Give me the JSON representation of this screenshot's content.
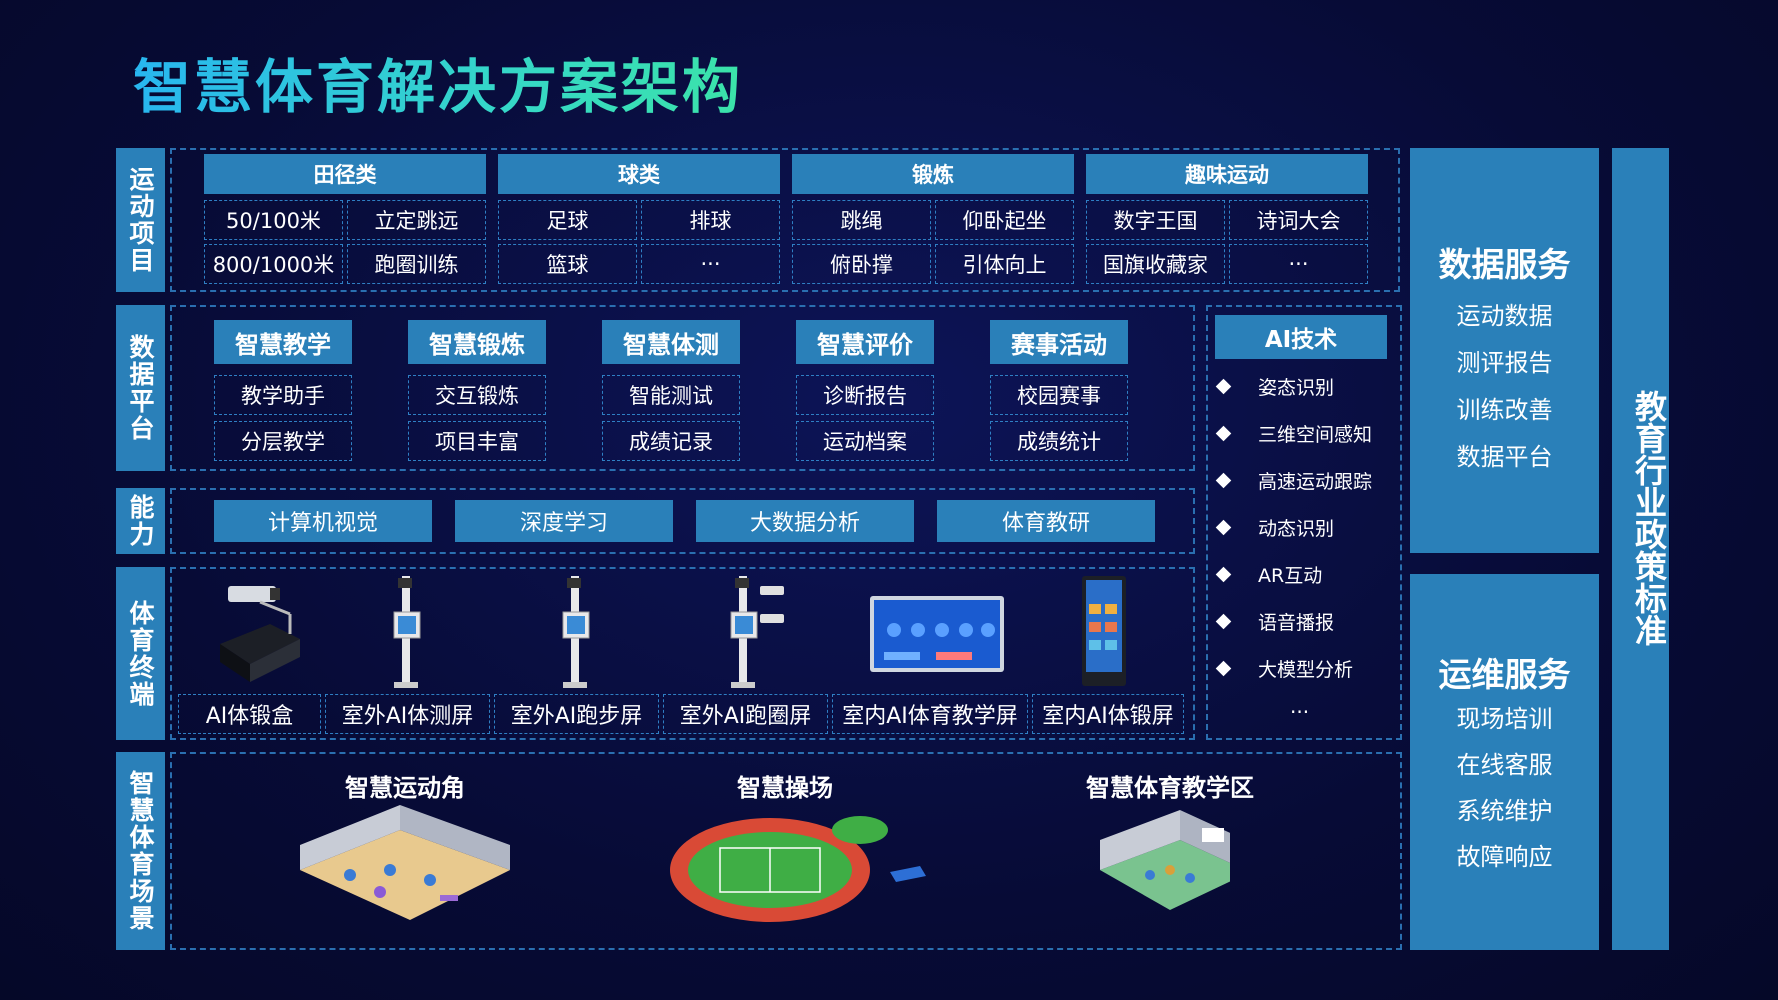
{
  "title": "智慧体育解决方案架构",
  "rows": {
    "sports": "运动项目",
    "platform": "数据平台",
    "ability": "能力",
    "terminal": "体育终端",
    "scene": "智慧体育场景"
  },
  "sports_categories": [
    {
      "name": "田径类",
      "items": [
        "50/100米",
        "立定跳远",
        "800/1000米",
        "跑圈训练"
      ]
    },
    {
      "name": "球类",
      "items": [
        "足球",
        "排球",
        "篮球",
        "···"
      ]
    },
    {
      "name": "锻炼",
      "items": [
        "跳绳",
        "仰卧起坐",
        "俯卧撑",
        "引体向上"
      ]
    },
    {
      "name": "趣味运动",
      "items": [
        "数字王国",
        "诗词大会",
        "国旗收藏家",
        "···"
      ]
    }
  ],
  "platform_modules": [
    {
      "name": "智慧教学",
      "items": [
        "教学助手",
        "分层教学"
      ]
    },
    {
      "name": "智慧锻炼",
      "items": [
        "交互锻炼",
        "项目丰富"
      ]
    },
    {
      "name": "智慧体测",
      "items": [
        "智能测试",
        "成绩记录"
      ]
    },
    {
      "name": "智慧评价",
      "items": [
        "诊断报告",
        "运动档案"
      ]
    },
    {
      "name": "赛事活动",
      "items": [
        "校园赛事",
        "成绩统计"
      ]
    }
  ],
  "abilities": [
    "计算机视觉",
    "深度学习",
    "大数据分析",
    "体育教研"
  ],
  "ai_tech": {
    "title": "AI技术",
    "items": [
      "姿态识别",
      "三维空间感知",
      "高速运动跟踪",
      "动态识别",
      "AR互动",
      "语音播报",
      "大模型分析"
    ],
    "more": "···"
  },
  "terminals": [
    "AI体锻盒",
    "室外AI体测屏",
    "室外AI跑步屏",
    "室外AI跑圈屏",
    "室内AI体育教学屏",
    "室内AI体锻屏"
  ],
  "scenes": [
    "智慧运动角",
    "智慧操场",
    "智慧体育教学区"
  ],
  "data_service": {
    "title": "数据服务",
    "items": [
      "运动数据",
      "测评报告",
      "训练改善",
      "数据平台"
    ]
  },
  "ops_service": {
    "title": "运维服务",
    "items": [
      "现场培训",
      "在线客服",
      "系统维护",
      "故障响应"
    ]
  },
  "policy": "教育行业政策标准",
  "colors": {
    "block": "#2a80b9",
    "dash": "#2a6fb0",
    "bg": "#070b36"
  }
}
